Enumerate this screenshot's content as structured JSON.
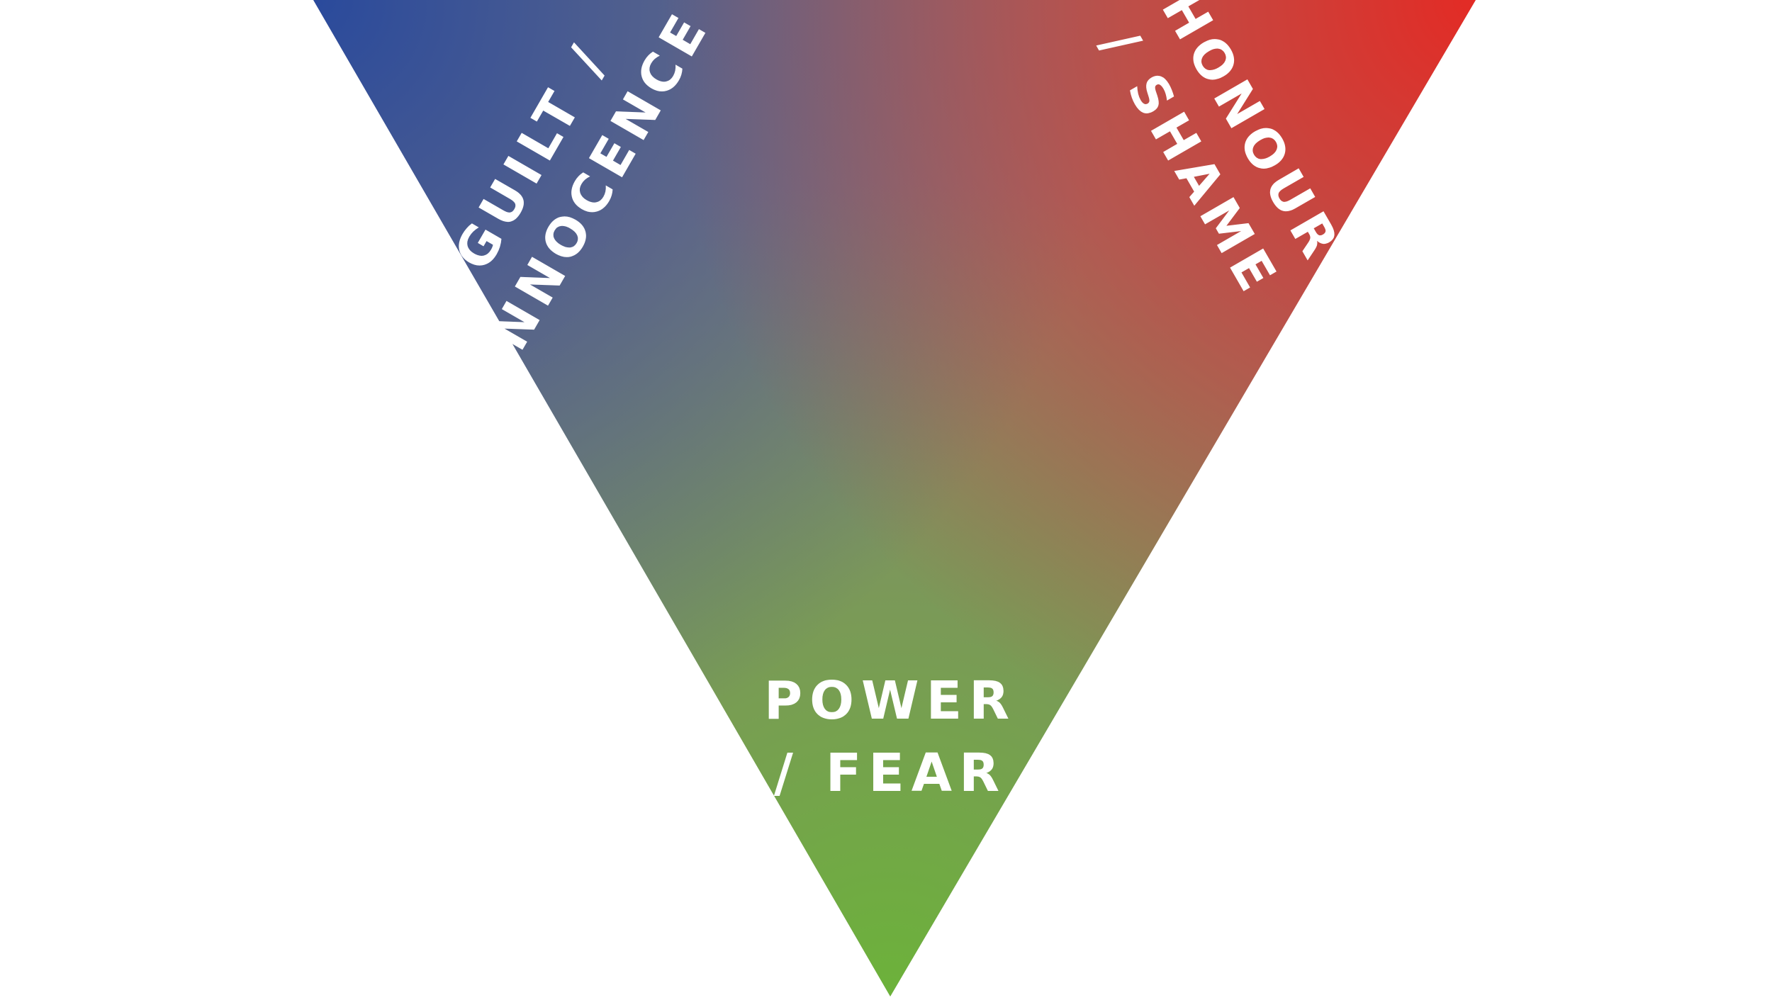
{
  "diagram": {
    "background_color": "#ffffff",
    "label_color": "#ffffff",
    "corners": {
      "top_left": {
        "color": "#2a4a9c",
        "lines": [
          "GUILT /",
          "INNOCENCE"
        ]
      },
      "top_right": {
        "color": "#e32b25",
        "lines": [
          "HONOUR",
          "/ SHAME"
        ]
      },
      "bottom": {
        "color": "#6cb23a",
        "lines": [
          "POWER",
          "/ FEAR"
        ]
      }
    }
  }
}
